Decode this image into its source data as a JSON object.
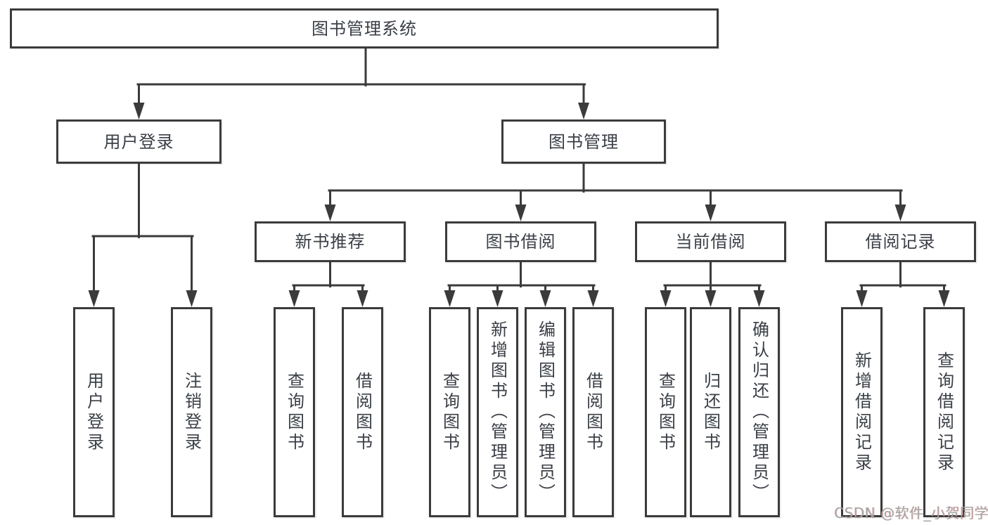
{
  "colors": {
    "line": "#3b3b3b",
    "text": "#3a3f46",
    "bg": "#ffffff",
    "watermark": "#a5a5a5"
  },
  "tree": {
    "root": {
      "label": "图书管理系统",
      "children": [
        {
          "label": "用户登录",
          "children": [
            {
              "label": "用户登录"
            },
            {
              "label": "注销登录"
            }
          ]
        },
        {
          "label": "图书管理",
          "children": [
            {
              "label": "新书推荐",
              "children": [
                {
                  "label": "查询图书"
                },
                {
                  "label": "借阅图书"
                }
              ]
            },
            {
              "label": "图书借阅",
              "children": [
                {
                  "label": "查询图书"
                },
                {
                  "label": "新增图书（管理员）"
                },
                {
                  "label": "编辑图书（管理员）"
                },
                {
                  "label": "借阅图书"
                }
              ]
            },
            {
              "label": "当前借阅",
              "children": [
                {
                  "label": "查询图书"
                },
                {
                  "label": "归还图书"
                },
                {
                  "label": "确认归还（管理员）"
                }
              ]
            },
            {
              "label": "借阅记录",
              "children": [
                {
                  "label": "新增借阅记录"
                },
                {
                  "label": "查询借阅记录"
                }
              ]
            }
          ]
        }
      ]
    }
  },
  "watermark": {
    "text": "CSDN @软件_小贺同学"
  }
}
